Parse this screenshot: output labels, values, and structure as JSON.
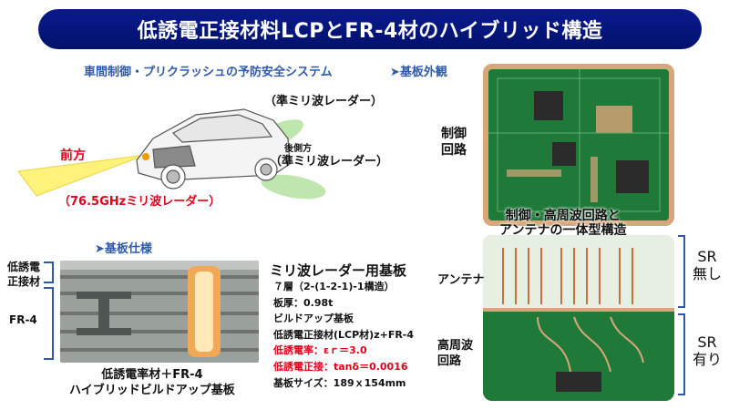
{
  "title": "低誘電正接材料LCPとFR-4材のハイブリッド構造",
  "car_section": {
    "heading": "車間制御・プリクラッシュの予防安全システム",
    "front_label": "前方",
    "front_radar": "（76.5GHzミリ波レーダー）",
    "upper_radar": "（準ミリ波レーダー）",
    "rear_side_label": "後側方",
    "rear_radar": "（準ミリ波レーダー）"
  },
  "board_exterior": {
    "heading": "➤基板外観",
    "control_label": "制御\n回路",
    "integrated_caption": "制御・高周波回路と\nアンテナの一体型構造",
    "antenna_label": "アンテナ",
    "hf_label": "高周波\n回路",
    "sr_none": "SR\n無し",
    "sr_present": "SR\n有り"
  },
  "board_spec": {
    "heading": "➤基板仕様",
    "layer_label_top": "低誘電\n正接材",
    "layer_label_bottom": "FR-4",
    "caption": "低誘電率材＋FR-4\nハイブリッドビルドアップ基板",
    "spec_title": "ミリ波レーダー用基板",
    "spec_lines": [
      "７層（2-(1-2-1)-1構造）",
      "板厚：0.98t",
      "ビルドアップ基板",
      "低誘電正接材(LCP材)z+FR-4"
    ],
    "spec_red_lines": [
      "低誘電率：εｒ＝3.0",
      "低誘電正接：tanδ＝0.0016"
    ],
    "spec_size": "基板サイズ：189ｘ154mm"
  },
  "colors": {
    "banner": "#0b1a8f",
    "heading_blue": "#2e5aa8",
    "accent_red": "#e3001b",
    "pcb_green": "#1f7a3a",
    "copper": "#d9a57a",
    "radar_yellow": "#fff27a",
    "radar_green": "#b9e3a6"
  }
}
